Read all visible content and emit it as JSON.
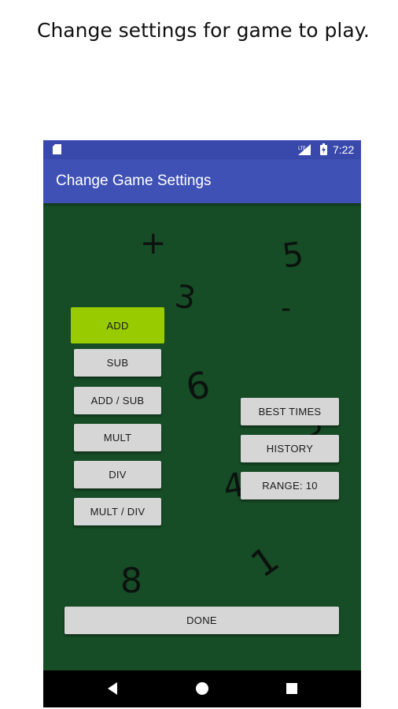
{
  "caption": "Change settings for game to play.",
  "status_bar": {
    "time": "7:22"
  },
  "app_bar": {
    "title": "Change Game Settings"
  },
  "decorations": [
    "+",
    "5",
    "3",
    "-",
    "6",
    "2",
    "4",
    "1",
    "8"
  ],
  "operations": [
    {
      "label": "ADD",
      "selected": true
    },
    {
      "label": "SUB",
      "selected": false
    },
    {
      "label": "ADD / SUB",
      "selected": false
    },
    {
      "label": "MULT",
      "selected": false
    },
    {
      "label": "DIV",
      "selected": false
    },
    {
      "label": "MULT / DIV",
      "selected": false
    }
  ],
  "side_buttons": {
    "best_times": "BEST TIMES",
    "history": "HISTORY",
    "range": "RANGE: 10"
  },
  "done_label": "DONE",
  "colors": {
    "background": "#164c26",
    "app_bar": "#3f51b5",
    "status_bar": "#3949ab",
    "selected": "#99cc00",
    "button": "#d6d6d6"
  }
}
